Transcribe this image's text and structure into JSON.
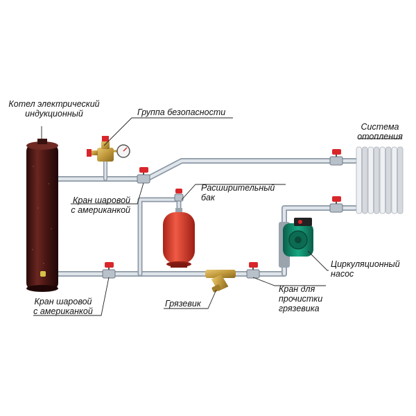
{
  "labels": {
    "boiler_line1": "Котел электрический",
    "boiler_line2": "индукционный",
    "safety_group": "Группа безопасности",
    "heating_system_line1": "Система",
    "heating_system_line2": "отопления",
    "ball_valve_top_line1": "Кран шаровой",
    "ball_valve_top_line2": "с американкой",
    "expansion_tank_line1": "Расширительный",
    "expansion_tank_line2": "бак",
    "circulation_pump_line1": "Циркуляционный",
    "circulation_pump_line2": "насос",
    "strainer_valve_line1": "Кран для",
    "strainer_valve_line2": "прочистки",
    "strainer_valve_line3": "грязевика",
    "strainer": "Грязевик",
    "ball_valve_bottom_line1": "Кран шаровой",
    "ball_valve_bottom_line2": "с американкой"
  },
  "colors": {
    "pipe": "#c9d2da",
    "pipe_edge": "#8d99a6",
    "valve_handle": "#d9262b",
    "boiler_body": "#4a1714",
    "tank_body": "#d93a2c",
    "pump_body": "#0f8a6a",
    "brass": "#c29a3c",
    "radiator": "#e3e6ea",
    "leader_line": "#222222"
  },
  "icons": {
    "boiler": "boiler-icon",
    "radiator": "radiator-icon",
    "expansion_tank": "expansion-tank-icon",
    "pump": "circulation-pump-icon",
    "strainer": "strainer-icon",
    "valve": "ball-valve-icon",
    "gauge": "pressure-gauge-icon"
  }
}
